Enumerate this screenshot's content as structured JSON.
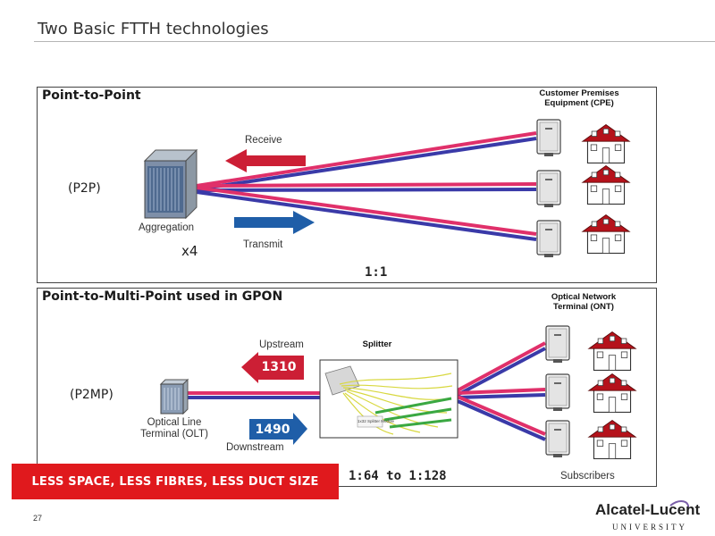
{
  "slide": {
    "title": "Two Basic FTTH technologies",
    "page_number": "27",
    "logo": {
      "name": "Alcatel-Lucent",
      "sub": "UNIVERSITY"
    },
    "banner": "LESS SPACE, LESS FIBRES, LESS DUCT SIZE"
  },
  "p2p": {
    "heading": "Point-to-Point",
    "mode_label": "(P2P)",
    "aggregation_label": "Aggregation",
    "multiplier": "x4",
    "receive_label": "Receive",
    "transmit_label": "Transmit",
    "ratio": "1:1",
    "cpe_label_line1": "Customer Premises",
    "cpe_label_line2": "Equipment (CPE)"
  },
  "p2mp": {
    "heading": "Point-to-Multi-Point  used in GPON",
    "mode_label": "(P2MP)",
    "olt_label_line1": "Optical Line",
    "olt_label_line2": "Terminal (OLT)",
    "upstream_label": "Upstream",
    "upstream_wavelength": "1310",
    "downstream_label": "Downstream",
    "downstream_wavelength": "1490",
    "splitter_label": "Splitter",
    "splitter_caption": "1x32 Splitter Module",
    "ratio": "1:64  to  1:128",
    "ont_label_line1": "Optical Network",
    "ont_label_line2": "Terminal (ONT)",
    "subscribers_label": "Subscribers"
  },
  "colors": {
    "fiber_red": "#e0306a",
    "fiber_blue": "#3a3aa8",
    "arrow_red": "#cc1f35",
    "arrow_blue": "#1f5ea8",
    "banner_red": "#e0191d",
    "roof_red": "#b5121b"
  }
}
